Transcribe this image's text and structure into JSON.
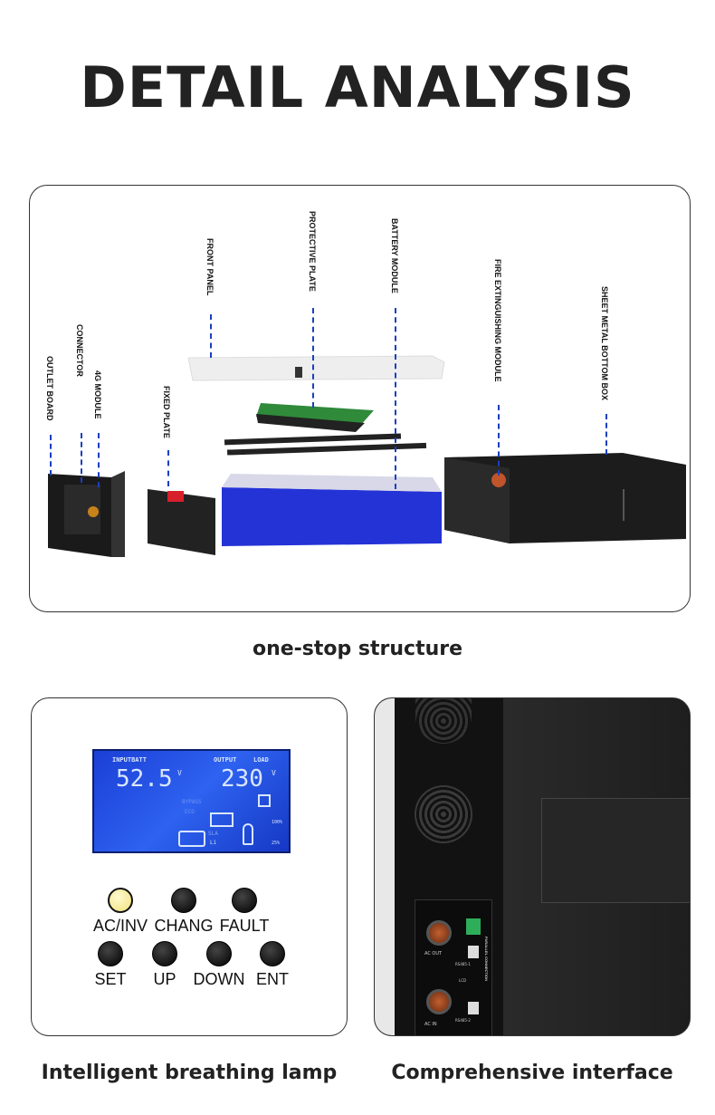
{
  "title": "DETAIL ANALYSIS",
  "structure": {
    "caption": "one-stop structure",
    "labels": {
      "front_panel": "FRONT PANEL",
      "protective_plate": "PROTECTIVE PLATE",
      "battery_module": "BATTERY MODULE",
      "fire_module": "FIRE EXTINGUISHING MODULE",
      "bottom_box": "SHEET METAL BOTTOM BOX",
      "outlet_board": "OUTLET BOARD",
      "connector": "CONNECTOR",
      "g4_module": "4G MODULE",
      "fixed_plate": "FIXED PLATE"
    }
  },
  "lamp": {
    "caption": "Intelligent breathing lamp",
    "lcd": {
      "input_label": "INPUTBATT",
      "input_value": "52.5",
      "input_unit": "V",
      "output_label": "OUTPUT",
      "load_label": "LOAD",
      "output_value": "230",
      "output_unit": "V",
      "bypass": "BYPASS",
      "eco": "ECO",
      "sla": "SLA",
      "li": "Li",
      "pct_high": "100%",
      "pct_low": "25%"
    },
    "buttons": [
      {
        "label": "AC/INV",
        "lit": true
      },
      {
        "label": "CHANG",
        "lit": false
      },
      {
        "label": "FAULT",
        "lit": false
      },
      {
        "label": "SET",
        "lit": false
      },
      {
        "label": "UP",
        "lit": false
      },
      {
        "label": "DOWN",
        "lit": false
      },
      {
        "label": "ENT",
        "lit": false
      }
    ]
  },
  "interface": {
    "caption": "Comprehensive interface",
    "port_labels": [
      "AC OUT",
      "AC IN",
      "RS485-1",
      "RS485-2",
      "LCD",
      "PARALLEL CONNECTION"
    ]
  },
  "colors": {
    "leader_line": "#1a3fbf",
    "battery_blue": "#2433d6",
    "lcd_blue": "#2e62f0",
    "lamp_yellow": "#f2e07a"
  }
}
